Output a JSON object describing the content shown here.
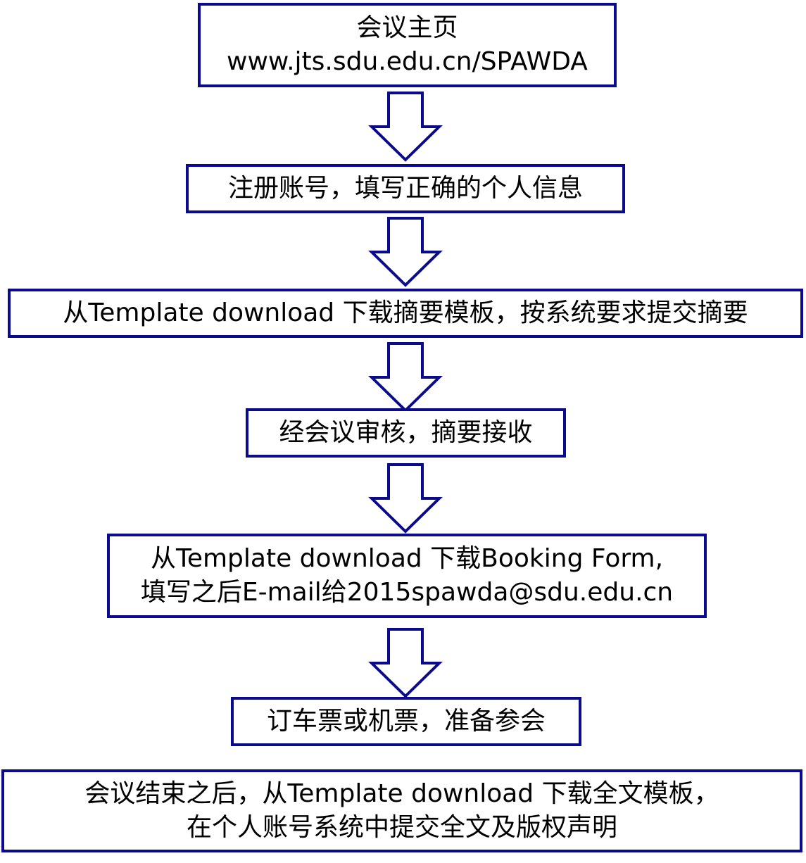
{
  "steps": [
    {
      "lines": [
        "会议主页",
        "www.jts.sdu.edu.cn/SPAWDA"
      ]
    },
    {
      "lines": [
        "注册账号，填写正确的个人信息"
      ]
    },
    {
      "lines": [
        "从Template download 下载摘要模板，按系统要求提交摘要"
      ]
    },
    {
      "lines": [
        "经会议审核，摘要接收"
      ]
    },
    {
      "lines": [
        "从Template download 下载Booking Form,",
        "填写之后E-mail给2015spawda@sdu.edu.cn"
      ]
    },
    {
      "lines": [
        "订车票或机票，准备参会"
      ]
    },
    {
      "lines": [
        "会议结束之后，从Template download 下载全文模板，",
        "在个人账号系统中提交全文及版权声明"
      ]
    }
  ],
  "colors": {
    "border": "#0a0a8c",
    "arrow_stroke": "#0a0a8c",
    "arrow_fill": "#ffffff",
    "text": "#000000",
    "background": "#ffffff"
  },
  "arrow_icon": "hollow-down-arrow-icon"
}
